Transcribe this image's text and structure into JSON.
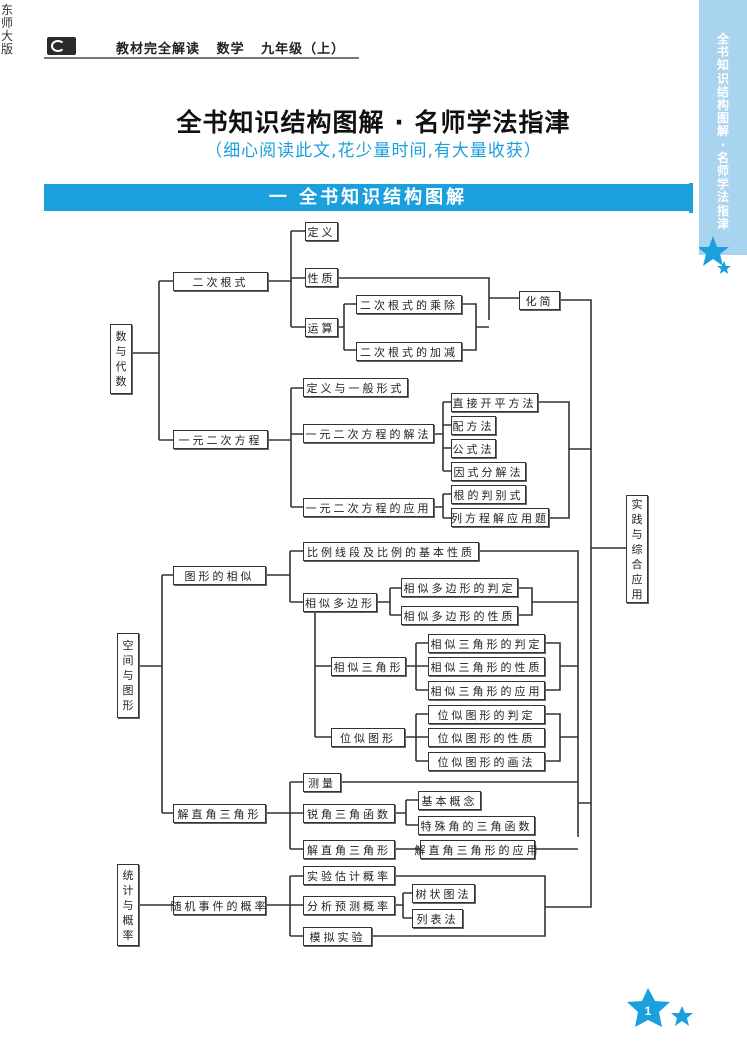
{
  "header": {
    "edition": "东师大版",
    "series_title": "教材完全解读   数学   九年级（上）",
    "logo": "publisher-logo"
  },
  "side_tab": {
    "text": "全书知识结构图解·名师学法指津",
    "icon": "star-icon"
  },
  "page": {
    "title": "全书知识结构图解 · 名师学法指津",
    "subtitle": "（细心阅读此文,花少量时间,有大量收获）",
    "section_banner": "一   全书知识结构图解",
    "page_number": "1"
  },
  "colors": {
    "accent": "#1aa0dc",
    "side_tab": "#a9d4f0",
    "line": "#333333"
  },
  "diagram": {
    "nodes": {
      "shu_yu_dai_shu": "数与代数",
      "er_ci_gen_shi": "二次根式",
      "ding_yi": "定义",
      "xing_zhi": "性质",
      "yun_suan": "运算",
      "cheng_chu": "二次根式的乘除",
      "jia_jian": "二次根式的加减",
      "hua_jian": "化简",
      "yi_yuan": "一元二次方程",
      "ding_yi_xing_shi": "定义与一般形式",
      "jie_fa": "一元二次方程的解法",
      "zhi_jie_kai_ping": "直接开平方法",
      "pei_fang": "配方法",
      "gong_shi": "公式法",
      "yin_shi_fen_jie": "因式分解法",
      "ying_yong": "一元二次方程的应用",
      "gen_pan_bie": "根的判别式",
      "lie_fang_cheng": "列方程解应用题",
      "shi_jian": "实践与综合应用",
      "kong_jian": "空间与图形",
      "tu_xing_xiang_si": "图形的相似",
      "bi_li_xian_duan": "比例线段及比例的基本性质",
      "xiang_si_duo_bian": "相似多边形",
      "duo_bian_pan_ding": "相似多边形的判定",
      "duo_bian_xing_zhi": "相似多边形的性质",
      "xiang_si_san_jiao": "相似三角形",
      "san_jiao_pan_ding": "相似三角形的判定",
      "san_jiao_xing_zhi": "相似三角形的性质",
      "san_jiao_ying_yong": "相似三角形的应用",
      "wei_si": "位似图形",
      "wei_si_pan_ding": "位似图形的判定",
      "wei_si_xing_zhi": "位似图形的性质",
      "wei_si_hua_fa": "位似图形的画法",
      "jie_zhi_jiao": "解直角三角形",
      "ce_liang": "测量",
      "rui_jiao": "锐角三角函数",
      "ji_ben_gai_nian": "基本概念",
      "te_shu_jiao": "特殊角的三角函数",
      "jie_zhi_jiao_2": "解直角三角形",
      "jie_zhi_jiao_ying_yong": "解直角三角形的应用",
      "tong_ji": "统计与概率",
      "sui_ji": "随机事件的概率",
      "shi_yan_gu_ji": "实验估计概率",
      "fen_xi_yu_ce": "分析预测概率",
      "shu_zhuang_tu": "树状图法",
      "lie_biao": "列表法",
      "mo_ni": "模拟实验"
    }
  }
}
